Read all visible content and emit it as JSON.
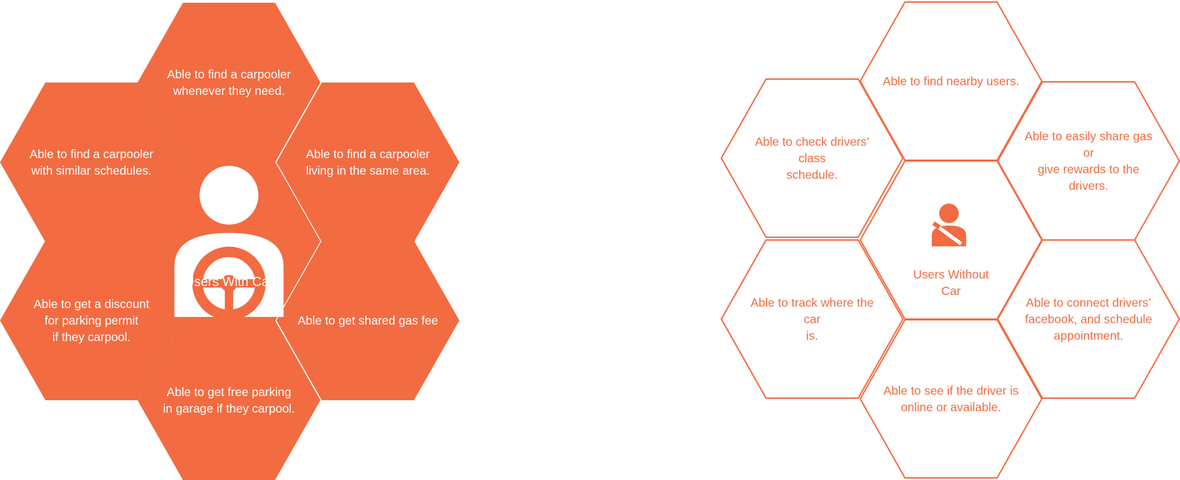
{
  "colors": {
    "accent": "#f26b41",
    "background": "#ffffff"
  },
  "users_with_car": {
    "center_label": "Users With Car",
    "icon": "driver-steering-wheel-icon",
    "items": [
      "Able to find a carpooler\nwhenever they need.",
      "Able to find a carpooler\nliving in the same area.",
      "Able to get shared gas fee",
      "Able to get free parking\nin garage if they carpool.",
      "Able to get a discount\nfor parking permit\nif they carpool.",
      "Able to find a carpooler\nwith similar schedules."
    ]
  },
  "users_without_car": {
    "center_label": "Users Without\nCar",
    "icon": "passenger-seatbelt-icon",
    "items": [
      "Able to find nearby users.",
      "Able to easily share gas or\ngive rewards to the\ndrivers.",
      "Able to connect drivers’\nfacebook, and schedule\nappointment.",
      "Able to see if the driver is\nonline or available.",
      "Able to track where the car\nis.",
      "Able to check drivers’ class\nschedule."
    ]
  }
}
